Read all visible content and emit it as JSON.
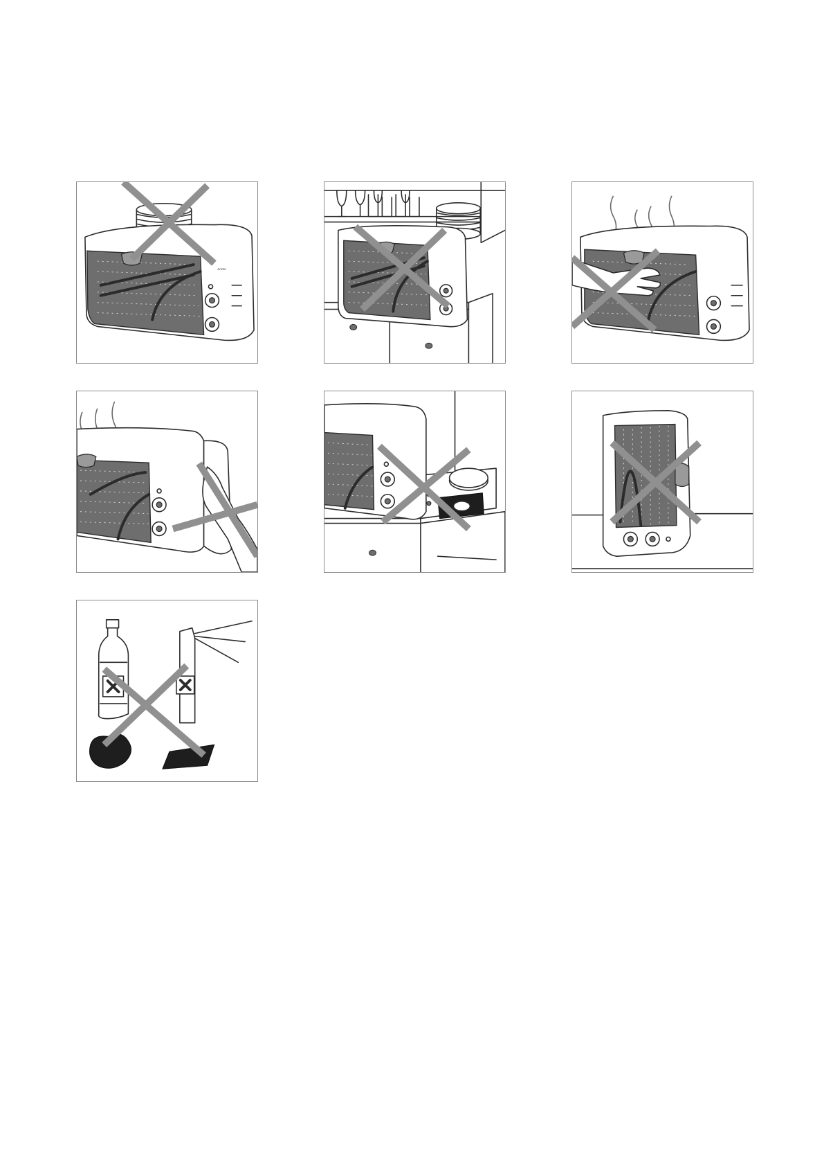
{
  "page": {
    "background": "#ffffff"
  },
  "panels": [
    {
      "id": "no-objects-on-top",
      "icon": "plates-on-oven-prohibited-icon"
    },
    {
      "id": "no-enclosed-cabinet",
      "icon": "oven-in-cabinet-prohibited-icon"
    },
    {
      "id": "do-not-touch-hot-door",
      "icon": "hand-on-hot-door-prohibited-icon"
    },
    {
      "id": "do-not-touch-hot-sides",
      "icon": "hand-on-hot-side-prohibited-icon"
    },
    {
      "id": "keep-away-from-heat-source",
      "icon": "oven-near-hob-prohibited-icon"
    },
    {
      "id": "do-not-stand-upright",
      "icon": "oven-upright-prohibited-icon"
    },
    {
      "id": "no-harsh-cleaners",
      "icon": "cleaning-products-prohibited-icon"
    }
  ],
  "oven_brand_text": "ariete",
  "colors": {
    "cross": "#909090",
    "window": "#6e6e6e",
    "border": "#8a8a8a",
    "ink": "#2b2b2b"
  }
}
